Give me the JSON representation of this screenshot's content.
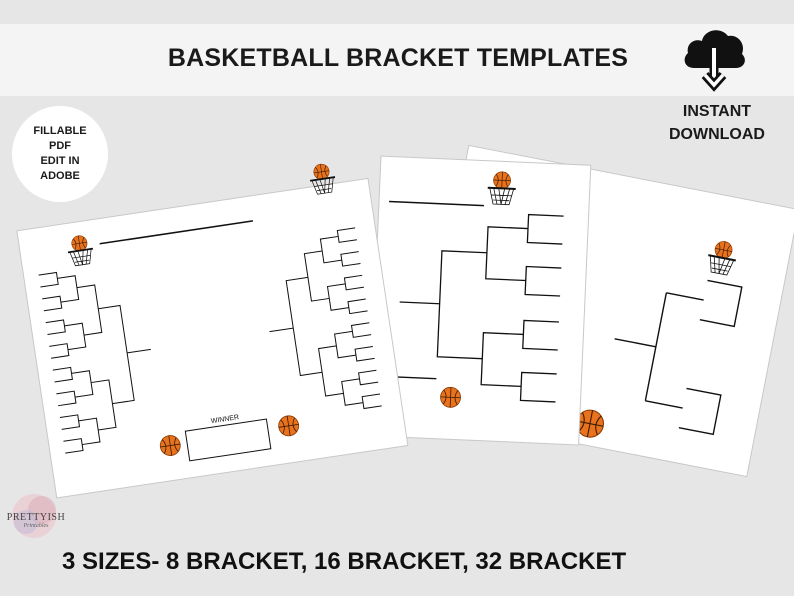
{
  "header": {
    "title": "BASKETBALL BRACKET TEMPLATES",
    "download_icon": "cloud-download-icon",
    "download_line1": "INSTANT",
    "download_line2": "DOWNLOAD"
  },
  "badge": {
    "lines": [
      "FILLABLE",
      "PDF",
      "EDIT IN",
      "ADOBE"
    ]
  },
  "templates": {
    "winner_label": "WINNER",
    "ball_icon": "basketball-icon",
    "hoop_icon": "basketball-hoop-icon"
  },
  "logo": {
    "name": "PRETTYISH",
    "tagline": "Printables"
  },
  "footer": {
    "caption": "3 SIZES- 8 BRACKET, 16 BRACKET, 32 BRACKET"
  },
  "colors": {
    "background": "#e6e6e6",
    "banner": "#f4f4f4",
    "ball": "#e8731c",
    "text": "#1a1a1a"
  }
}
